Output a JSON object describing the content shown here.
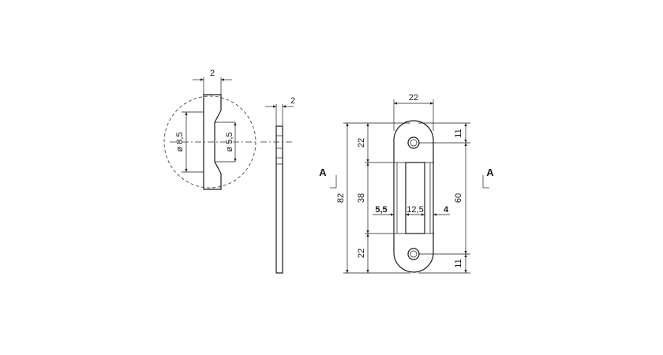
{
  "detail_circle": {
    "dim_top": "2",
    "dim_outer_dia": "ø 8,5",
    "dim_inner_dia": "ø 5,5"
  },
  "side_view": {
    "dim_thickness": "2"
  },
  "front_view": {
    "dim_width": "22",
    "dim_top_hole_offset": "22",
    "dim_slot_height": "38",
    "dim_bottom_hole_offset": "22",
    "dim_total_height": "82",
    "dim_hole_spacing": "60",
    "dim_top_edge": "11",
    "dim_bottom_edge": "11",
    "dim_left_margin": "5,5",
    "dim_slot_width": "12,5",
    "dim_right_margin": "4",
    "section_left": "A",
    "section_right": "A"
  }
}
